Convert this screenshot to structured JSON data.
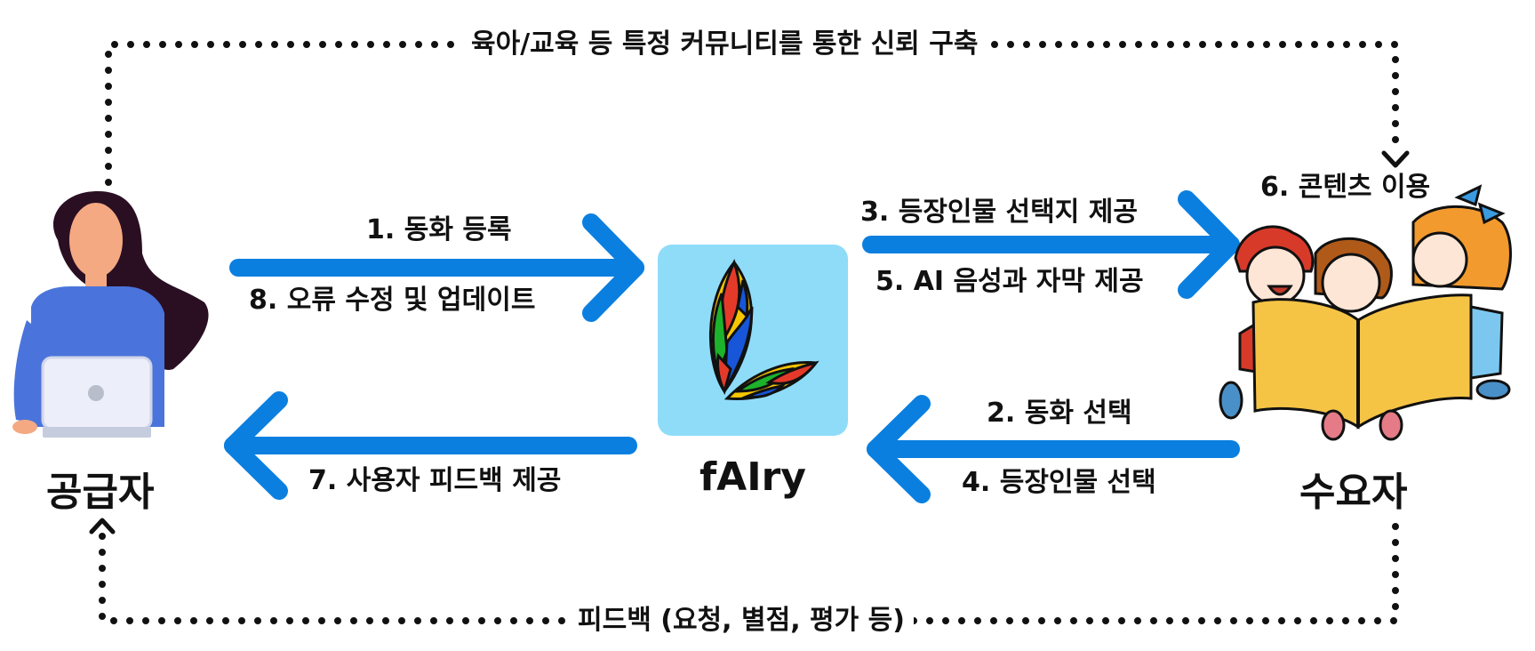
{
  "top_loop_label": "육아/교육 등 특정 커뮤니티를 통한 신뢰 구축",
  "bottom_loop_label": "피드백 (요청, 별점, 평가 등)",
  "supplier": {
    "label": "공급자"
  },
  "platform": {
    "label": "fAIry"
  },
  "consumer": {
    "label": "수요자"
  },
  "flows": {
    "step1": "1. 동화 등록",
    "step8": "8. 오류 수정 및 업데이트",
    "step7": "7. 사용자 피드백 제공",
    "step3": "3. 등장인물 선택지 제공",
    "step5": "5. AI 음성과 자막 제공",
    "step2": "2. 동화 선택",
    "step4": "4. 등장인물 선택",
    "step6": "6. 콘텐츠 이용"
  },
  "colors": {
    "arrow": "#0a7fe0",
    "logo_bg": "#8fdcf9",
    "dots": "#111111"
  }
}
